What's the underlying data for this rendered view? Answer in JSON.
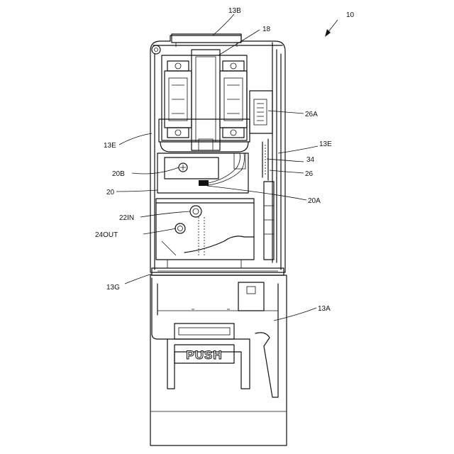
{
  "figure_ref": "10",
  "labels": {
    "l13B": "13B",
    "l18": "18",
    "l26A": "26A",
    "l13E_left": "13E",
    "l13E_right": "13E",
    "l34": "34",
    "l20B": "20B",
    "l26": "26",
    "l20": "20",
    "l20A": "20A",
    "l22IN": "22IN",
    "l24OUT": "24OUT",
    "l13G": "13G",
    "l13A": "13A"
  },
  "push_text": "PUSH"
}
